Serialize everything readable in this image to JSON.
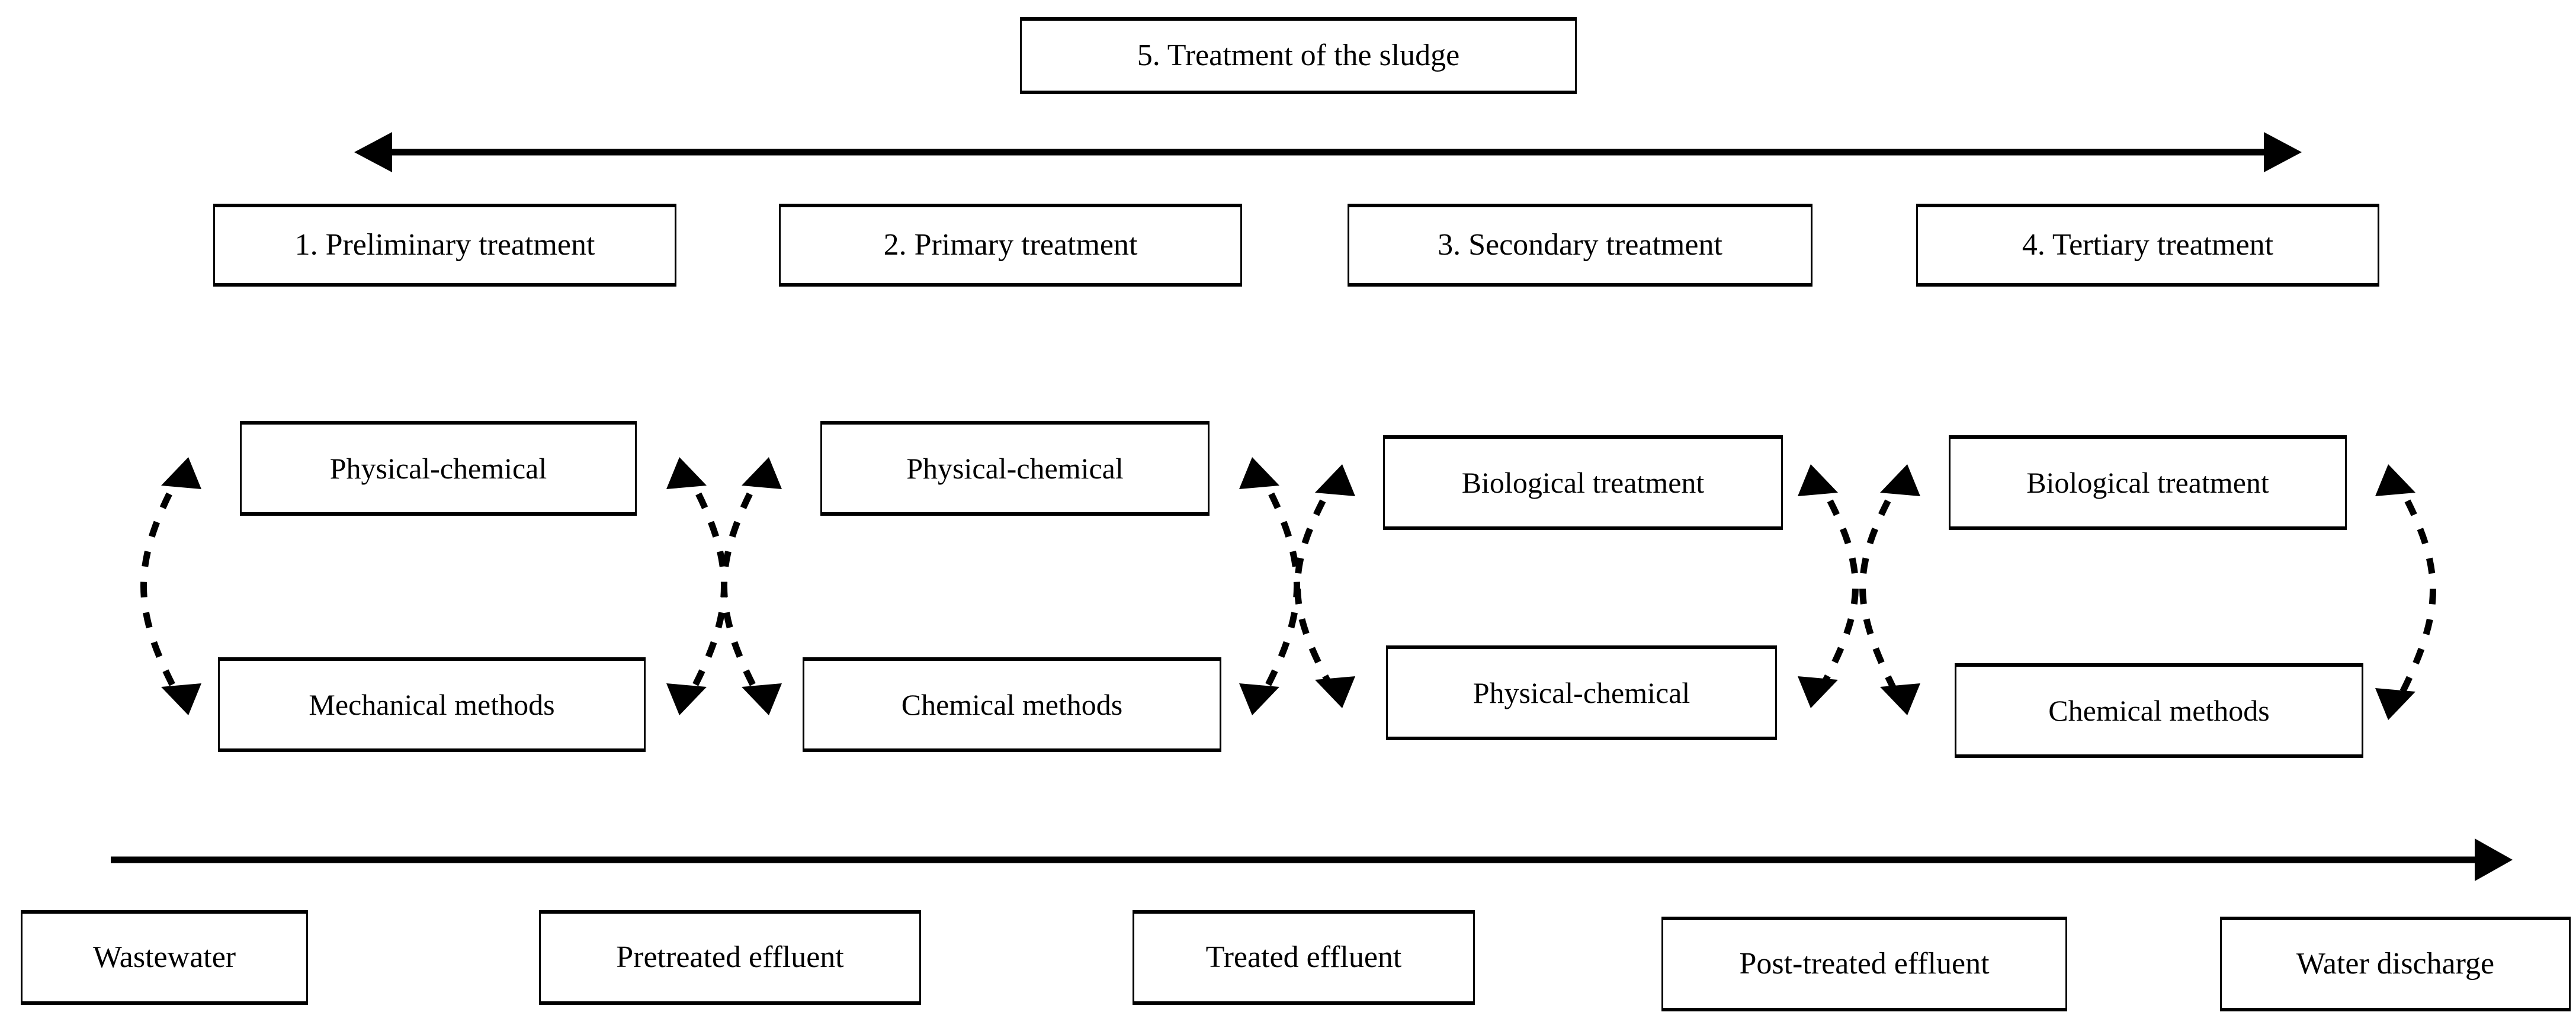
{
  "diagram": {
    "title_box": {
      "label": "5. Treatment of the sludge"
    },
    "stages": [
      {
        "label": "1. Preliminary treatment"
      },
      {
        "label": "2. Primary treatment"
      },
      {
        "label": "3. Secondary treatment"
      },
      {
        "label": "4. Tertiary treatment"
      }
    ],
    "methods": [
      {
        "top": "Physical-chemical",
        "bottom": "Mechanical methods"
      },
      {
        "top": "Physical-chemical",
        "bottom": "Chemical methods"
      },
      {
        "top": "Biological treatment",
        "bottom": "Physical-chemical"
      },
      {
        "top": "Biological treatment",
        "bottom": "Chemical methods"
      }
    ],
    "flow_stream": [
      {
        "label": "Wastewater"
      },
      {
        "label": "Pretreated effluent"
      },
      {
        "label": "Treated effluent"
      },
      {
        "label": "Post-treated effluent"
      },
      {
        "label": "Water discharge"
      }
    ],
    "arrows": {
      "sludge_span_arrow": {
        "style": "solid",
        "heads": "both",
        "direction": "horizontal"
      },
      "water_flow_arrow": {
        "style": "solid",
        "heads": "right",
        "direction": "horizontal"
      },
      "method_link_arrows": {
        "style": "dotted-curved",
        "heads": "both",
        "count": 8
      }
    },
    "colors": {
      "stroke": "#000000",
      "fill": "#ffffff",
      "text": "#000000"
    }
  }
}
